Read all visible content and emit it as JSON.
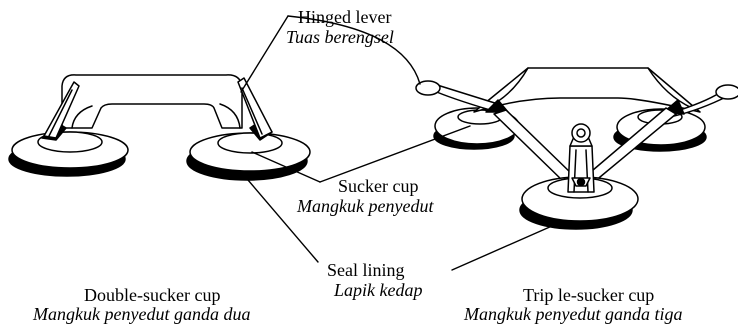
{
  "labels": {
    "hinged_lever": {
      "en": "Hinged lever",
      "ms": "Tuas berengsel"
    },
    "sucker_cup": {
      "en": "Sucker cup",
      "ms": "Mangkuk penyedut"
    },
    "seal_lining": {
      "en": "Seal lining",
      "ms": "Lapik kedap"
    },
    "double_sucker": {
      "en": "Double-sucker cup",
      "ms": "Mangkuk penyedut ganda dua"
    },
    "triple_sucker": {
      "en": "Trip le-sucker cup",
      "ms": "Mangkuk penyedut ganda tiga"
    }
  },
  "colors": {
    "ink": "#000000",
    "paper": "#ffffff"
  }
}
